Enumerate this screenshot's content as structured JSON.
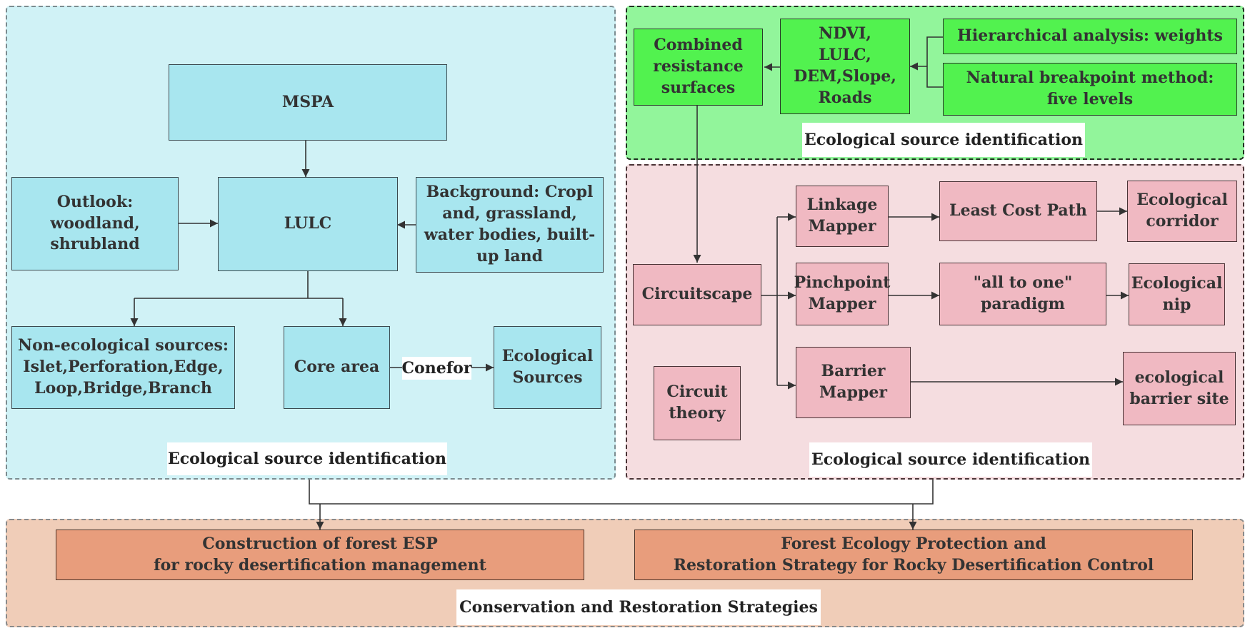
{
  "panels": {
    "left_title": "Ecological source identification",
    "green_title": "Ecological source identification",
    "pink_title": "Ecological source identification",
    "bottom_title": "Conservation and Restoration Strategies"
  },
  "left": {
    "mspa": "MSPA",
    "lulc": "LULC",
    "outlook": "Outlook:\nwoodland,\nshrubland",
    "background": "Background: Cropl\nand, grassland,\nwater bodies, built-\nup land",
    "non_ecological": "Non-ecological sources:\nIslet,Perforation,Edge,\nLoop,Bridge,Branch",
    "core_area": "Core area",
    "conefor": "Conefor",
    "ecological_sources": "Ecological\nSources"
  },
  "green": {
    "combined": "Combined\nresistance\nsurfaces",
    "factors": "NDVI,\nLULC,\nDEM,Slope,\nRoads",
    "hierarchical": "Hierarchical analysis: weights",
    "natural_breakpoint": "Natural breakpoint method:\nfive levels"
  },
  "pink": {
    "circuitscape": "Circuitscape",
    "circuit_theory": "Circuit\ntheory",
    "linkage": "Linkage\nMapper",
    "pinchpoint": "Pinchpoint\nMapper",
    "barrier": "Barrier\nMapper",
    "least_cost": "Least Cost Path",
    "all_to_one": "\"all to one\"\nparadigm",
    "corridor": "Ecological\ncorridor",
    "nip": "Ecological\nnip",
    "barrier_site": "ecological\nbarrier site"
  },
  "bottom": {
    "construction": "Construction of forest ESP\nfor rocky desertification management",
    "protection": "Forest Ecology Protection and\nRestoration Strategy for Rocky Desertification Control"
  },
  "colors": {
    "cyan_panel": "#d0f2f6",
    "green_panel": "#92f59b",
    "pink_panel": "#f5dde0",
    "orange_panel": "#f0cdb8"
  }
}
